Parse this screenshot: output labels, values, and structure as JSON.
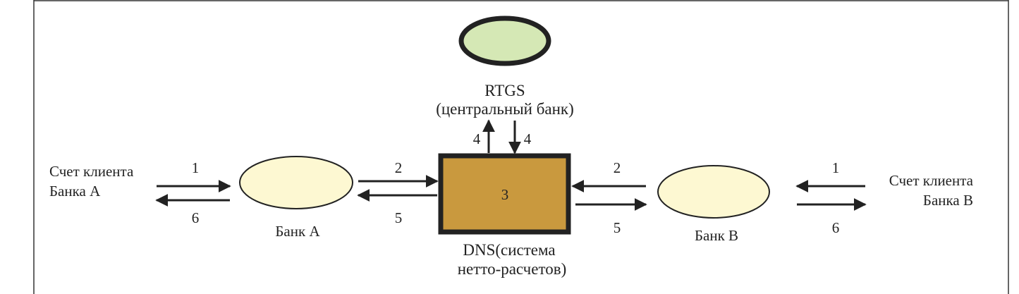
{
  "diagram": {
    "rtgs": {
      "title": "RTGS",
      "subtitle": "(центральный банк)"
    },
    "dns": {
      "number": "3",
      "label_line1": "DNS(система",
      "label_line2": "нетто-расчетов)"
    },
    "bank_a": {
      "label": "Банк А"
    },
    "bank_b": {
      "label": "Банк В"
    },
    "client_a": {
      "line1": "Счет клиента",
      "line2": "Банка А"
    },
    "client_b": {
      "line1": "Счет клиента",
      "line2": "Банка В"
    },
    "steps": {
      "s1_left": "1",
      "s6_left": "6",
      "s2_left": "2",
      "s5_left": "5",
      "s4_up": "4",
      "s4_down": "4",
      "s2_right": "2",
      "s5_right": "5",
      "s1_right": "1",
      "s6_right": "6"
    },
    "colors": {
      "rtgs_fill": "#d5e8b5",
      "bank_fill": "#fdf8d2",
      "dns_fill": "#c9993e",
      "outline": "#222222"
    }
  }
}
